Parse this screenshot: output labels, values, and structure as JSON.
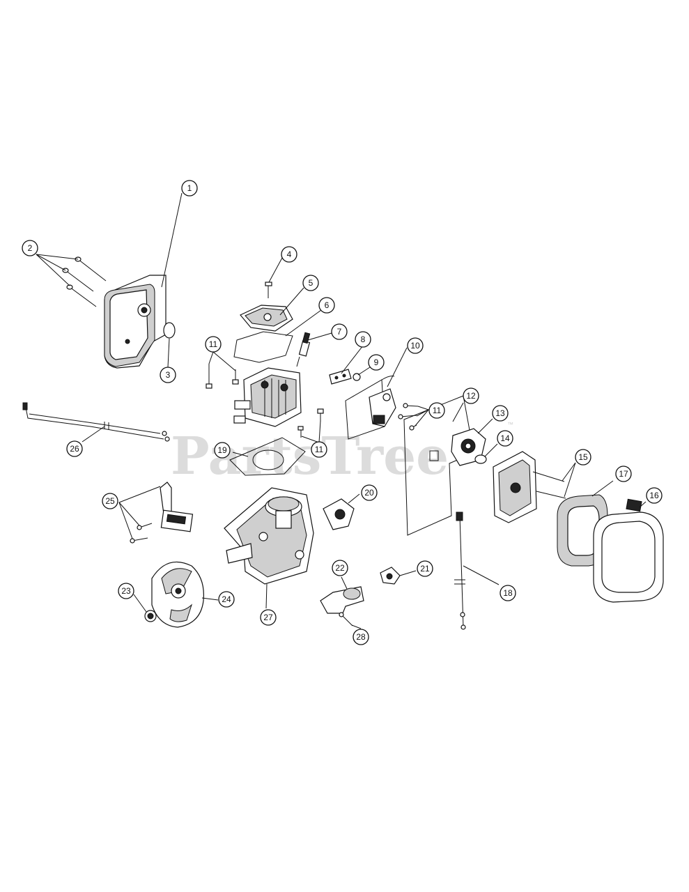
{
  "watermark": {
    "text": "PartsTree",
    "tm": "™"
  },
  "callouts": [
    "1",
    "2",
    "3",
    "4",
    "5",
    "6",
    "7",
    "8",
    "9",
    "10",
    "11",
    "11",
    "11",
    "12",
    "13",
    "14",
    "15",
    "16",
    "17",
    "18",
    "19",
    "20",
    "21",
    "22",
    "23",
    "24",
    "25",
    "26",
    "27",
    "28"
  ]
}
